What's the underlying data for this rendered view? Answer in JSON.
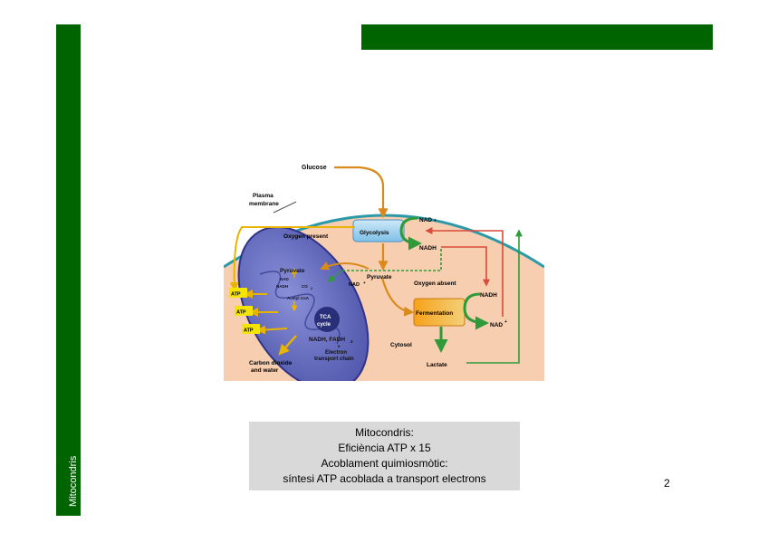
{
  "slide": {
    "sidebar_label": "Mitocondris",
    "page_number": "2",
    "colors": {
      "accent_green": "#006400",
      "caption_bg": "#d9d9d9"
    }
  },
  "figure": {
    "glucose": "Glucose",
    "plasma_membrane": [
      "Plasma",
      "membrane"
    ],
    "oxygen_present": "Oxygen present",
    "glycolysis": "Glycolysis",
    "nad_plus": "NAD",
    "nadh": "NADH",
    "pyruvate": "Pyruvate",
    "oxygen_absent": "Oxygen absent",
    "fermentation": "Fermentation",
    "lactate": "Lactate",
    "cytosol": "Cytosol",
    "atp": "ATP",
    "co2": "CO",
    "acetyl_coa": "Acetyl CoA",
    "tca_cycle": [
      "TCA",
      "cycle"
    ],
    "nadh_fadh2": "NADH, FADH",
    "electron_transport_chain": [
      "Electron",
      "transport chain"
    ],
    "e_minus": "e",
    "carbon_dioxide_water": [
      "Carbon dioxide",
      "and water"
    ]
  },
  "caption": {
    "lines": [
      "Mitocondris:",
      "Eficiència ATP x 15",
      "Acoblament quimiosmòtic:",
      "síntesi ATP acoblada a transport electrons"
    ]
  }
}
